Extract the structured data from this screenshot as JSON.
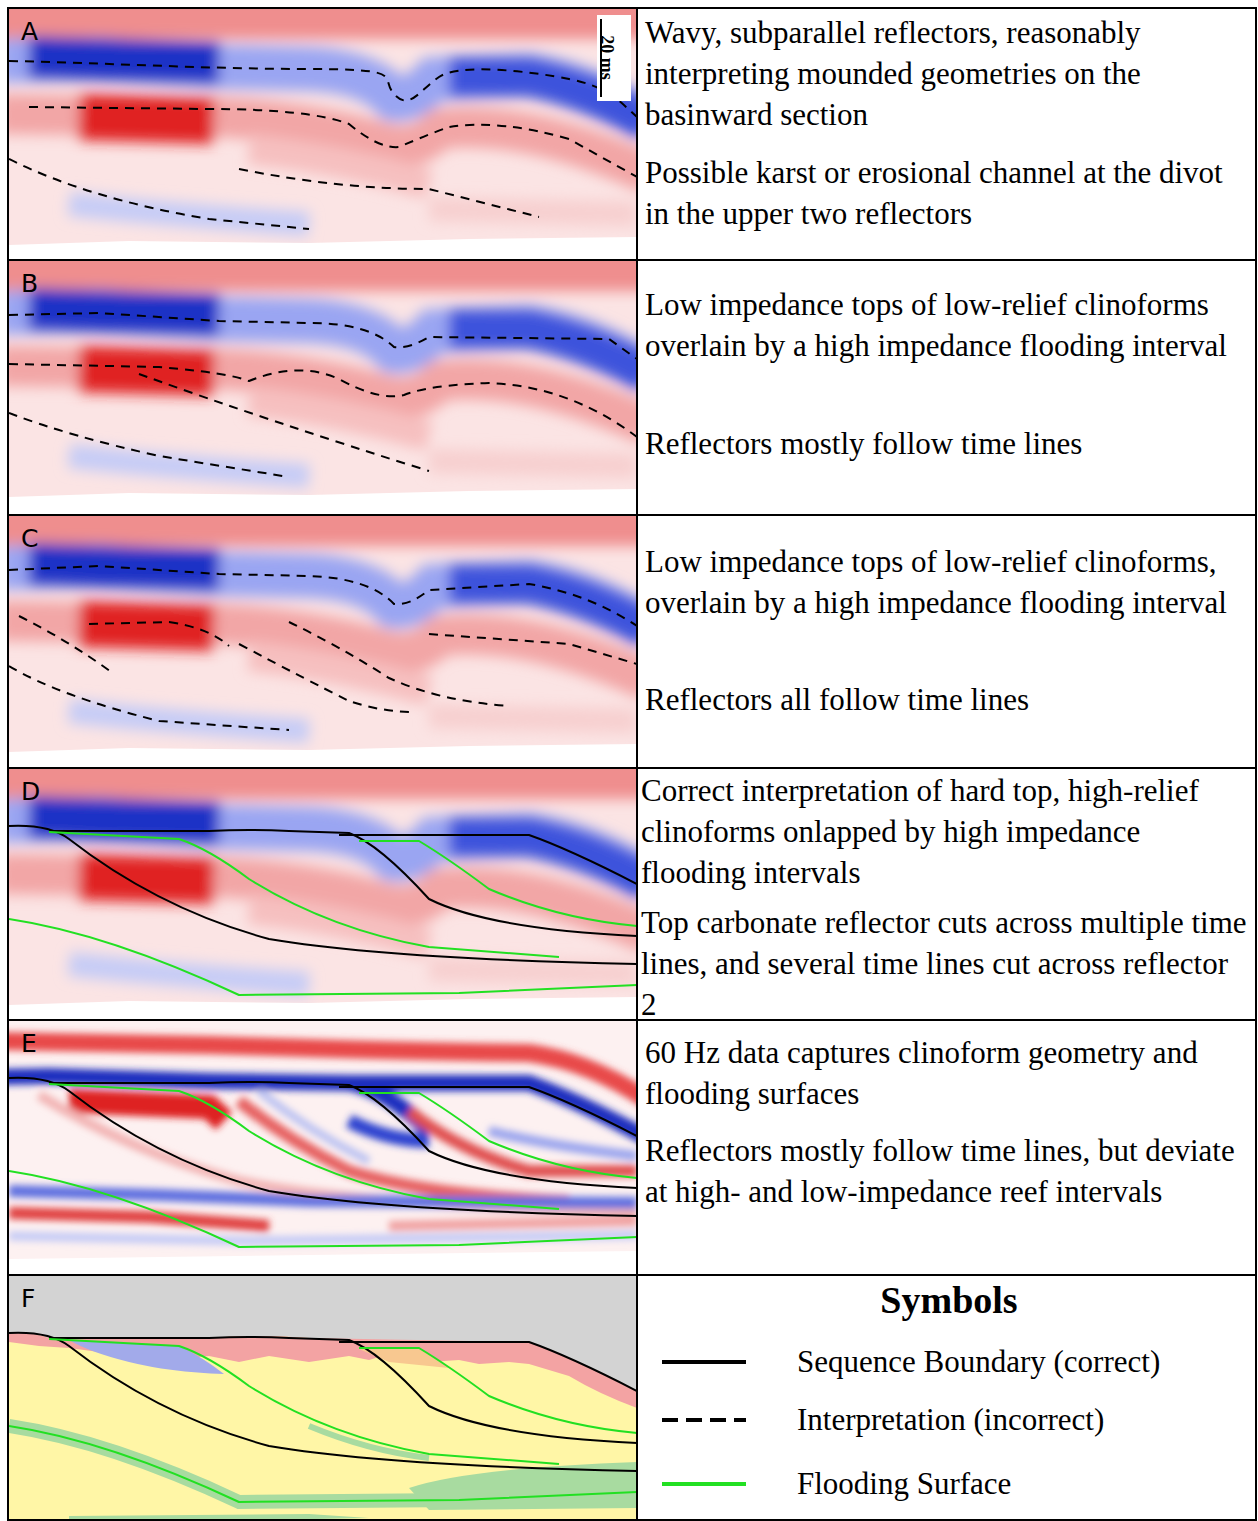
{
  "diagram": {
    "nodes": [
      {
        "text": [
          "A"
        ]
      },
      {
        "text": [
          "Wavy, subparallel reflectors, reasonably interpreting mounded geometries on the basinward section",
          "Possible karst or erosional channel at the divot in the upper two reflectors"
        ]
      },
      {
        "text": [
          "B"
        ]
      },
      {
        "text": [
          "Low impedance tops of low-relief clinoforms overlain by a high impedance flooding interval",
          "Reflectors mostly follow time lines"
        ]
      },
      {
        "text": [
          "C"
        ]
      },
      {
        "text": [
          "Low impedance tops of low-relief clinoforms, overlain by a high impedance flooding interval",
          "Reflectors all follow time lines"
        ]
      },
      {
        "text": [
          "D"
        ]
      },
      {
        "text": [
          "Correct interpretation of hard top, high-relief clinoforms onlapped by high impedance flooding intervals",
          "Top carbonate reflector cuts across multiple time lines, and several time lines cut across reflector 2"
        ]
      },
      {
        "text": [
          "E"
        ]
      },
      {
        "text": [
          "60 Hz data captures clinoform geometry and flooding surfaces",
          "Reflectors mostly follow time lines, but deviate at high- and low-impedance reef intervals"
        ]
      },
      {
        "text": [
          "F"
        ]
      }
    ],
    "labels": [
      "20 ms",
      "Symbols"
    ],
    "legend": [
      {
        "text": "Sequence Boundary (correct)"
      },
      {
        "text": "Interpretation (incorrect)"
      },
      {
        "text": "Flooding Surface"
      }
    ]
  }
}
